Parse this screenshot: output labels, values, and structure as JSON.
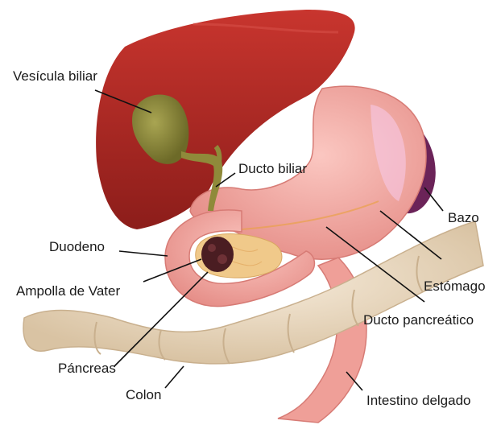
{
  "labels": {
    "vesicula_biliar": "Vesícula biliar",
    "ducto_biliar": "Ducto biliar",
    "bazo": "Bazo",
    "duodeno": "Duodeno",
    "ampolla_de_vater": "Ampolla de Vater",
    "estomago": "Estómago",
    "ducto_pancreatico": "Ducto pancreático",
    "pancreas": "Páncreas",
    "colon": "Colon",
    "intestino_delgado": "Intestino delgado"
  },
  "colors": {
    "liver": "#b52a25",
    "gallbladder": "#8f8a3a",
    "stomach": "#f2a7a0",
    "spleen": "#6b2358",
    "colon": "#ecdcc4",
    "pancreas": "#f0c98a",
    "leader": "#111111"
  }
}
